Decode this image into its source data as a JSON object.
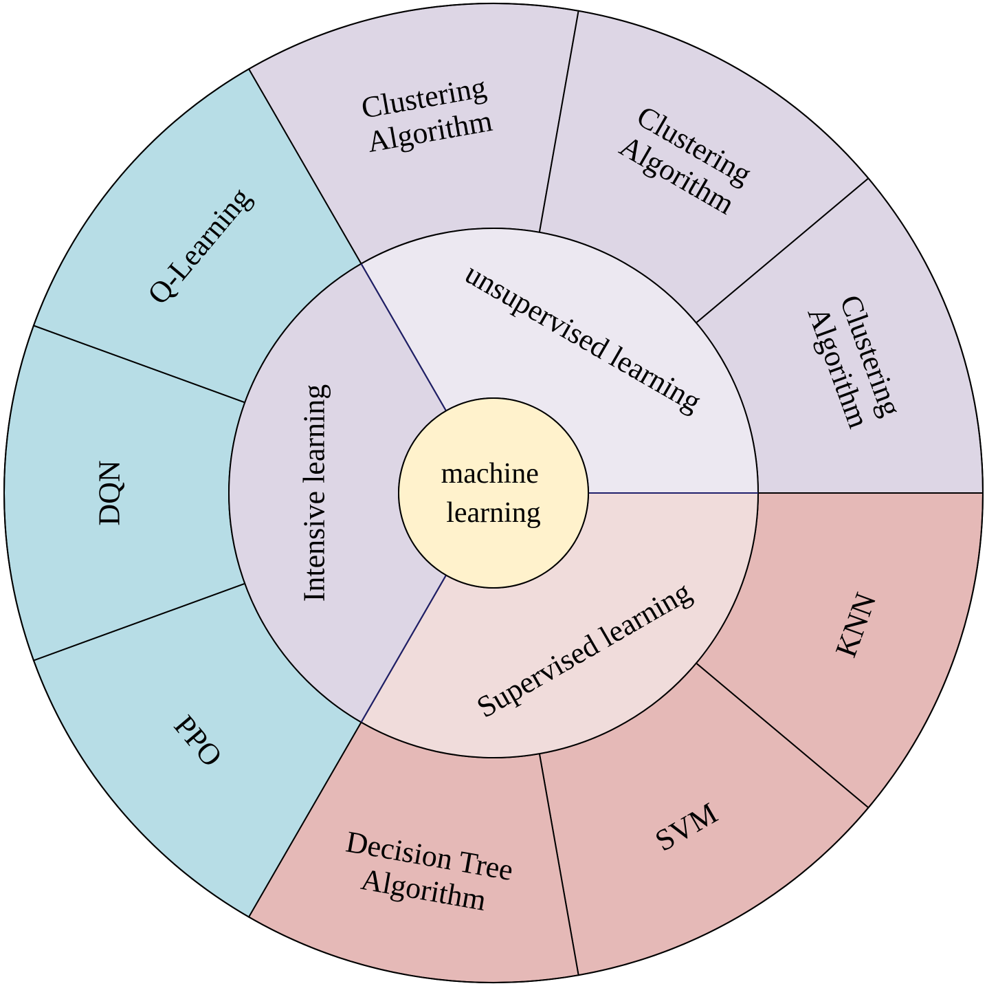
{
  "diagram": {
    "center": {
      "lines": [
        "machine",
        "learning"
      ],
      "color": "#FFF2CC"
    },
    "categories": [
      {
        "key": "unsupervised",
        "label": "unsupervised learning",
        "inner_color": "#ECE8F1",
        "outer_color": "#DDD6E5",
        "divider_color": "#1F1F6B",
        "leaves": [
          {
            "lines": [
              "Clustering",
              "Algorithm"
            ]
          },
          {
            "lines": [
              "Clustering",
              "Algorithm"
            ]
          },
          {
            "lines": [
              "Clustering",
              "Algorithm"
            ]
          }
        ]
      },
      {
        "key": "supervised",
        "label": "Supervised learning",
        "inner_color": "#F0DCDB",
        "outer_color": "#E5B9B7",
        "divider_color": "#1F1F6B",
        "leaves": [
          {
            "lines": [
              "KNN"
            ]
          },
          {
            "lines": [
              "SVM"
            ]
          },
          {
            "lines": [
              "Decision Tree",
              "Algorithm"
            ]
          }
        ]
      },
      {
        "key": "intensive",
        "label": "Intensive learning",
        "inner_color": "#DDD6E5",
        "outer_color": "#B7DDE6",
        "divider_color": "#1F1F6B",
        "leaves": [
          {
            "lines": [
              "PPO"
            ]
          },
          {
            "lines": [
              "DQN"
            ]
          },
          {
            "lines": [
              "Q-Learning"
            ]
          }
        ]
      }
    ]
  }
}
